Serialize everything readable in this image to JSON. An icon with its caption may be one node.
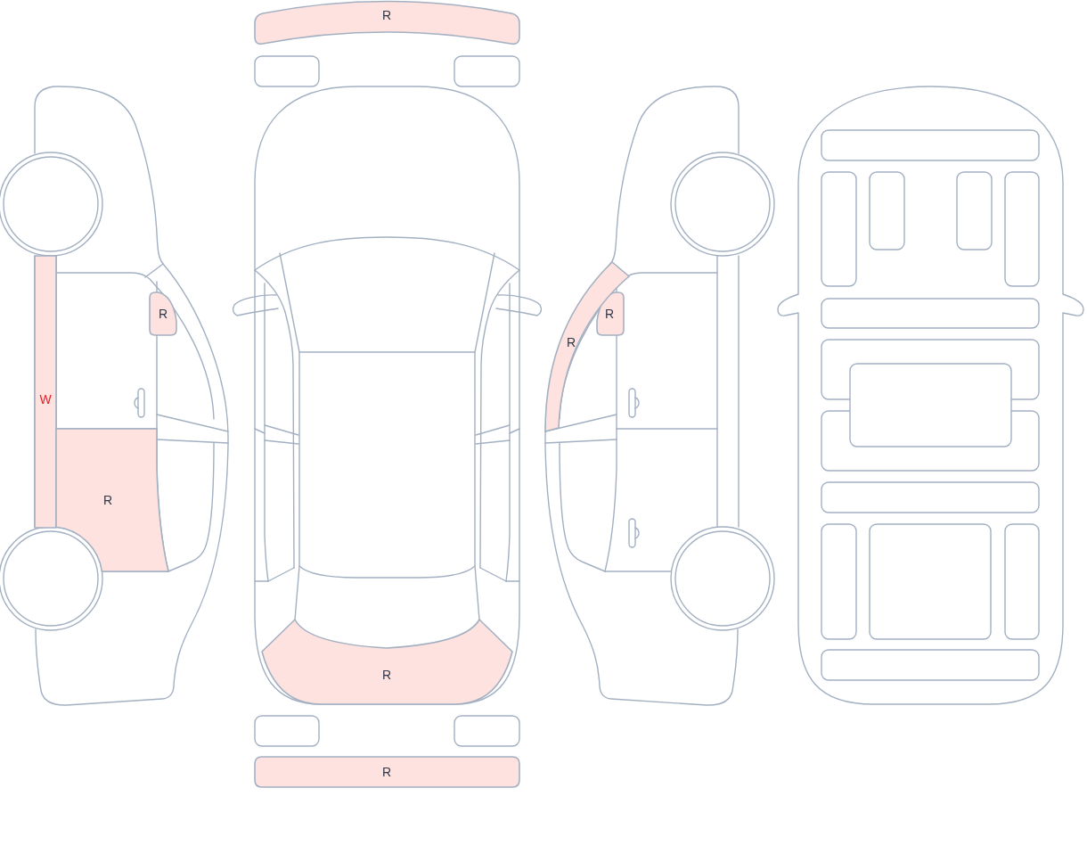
{
  "diagram": {
    "nodes": [
      {
        "text": [
          "R"
        ]
      },
      {
        "text": [
          "R"
        ]
      },
      {
        "text": [
          "W"
        ]
      },
      {
        "text": [
          "R"
        ]
      },
      {
        "text": [
          "R"
        ]
      },
      {
        "text": [
          "R"
        ]
      },
      {
        "text": [
          "R"
        ]
      },
      {
        "text": [
          "R"
        ]
      }
    ]
  }
}
